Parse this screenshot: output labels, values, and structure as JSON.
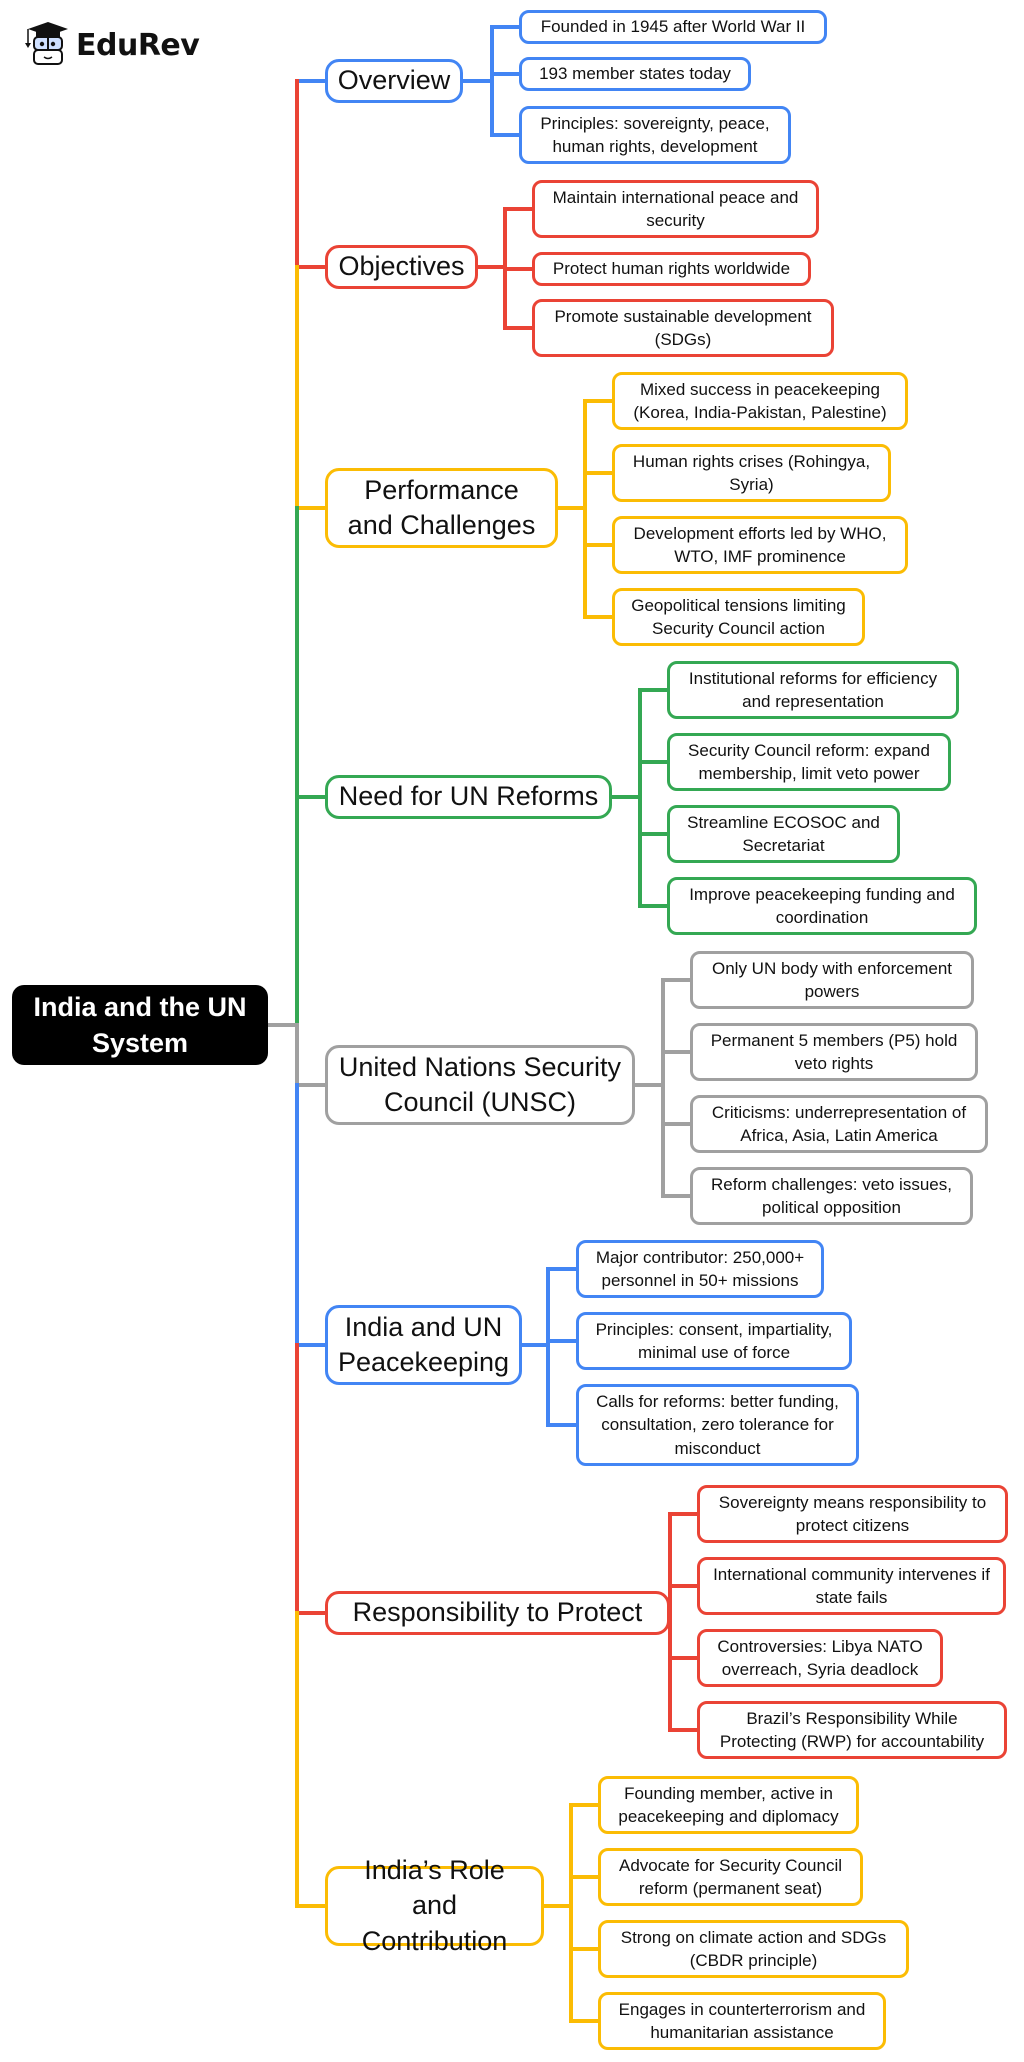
{
  "brand": {
    "name": "EduRev",
    "icon": "graduation-cap-mascot-icon"
  },
  "colors": {
    "blue": "#4285f4",
    "red": "#ea4335",
    "yellow": "#fbbc04",
    "green": "#34a853",
    "gray": "#a0a0a0",
    "root_bg": "#000000"
  },
  "mindmap": {
    "root": {
      "label": "India and the UN System"
    },
    "branches": [
      {
        "label": "Overview",
        "color": "blue",
        "children": [
          "Founded in 1945 after World War II",
          "193 member states today",
          "Principles: sovereignty, peace, human rights, development"
        ]
      },
      {
        "label": "Objectives",
        "color": "red",
        "children": [
          "Maintain international peace and security",
          "Protect human rights worldwide",
          "Promote sustainable development (SDGs)"
        ]
      },
      {
        "label": "Performance and Challenges",
        "color": "yellow",
        "children": [
          "Mixed success in peacekeeping (Korea, India-Pakistan, Palestine)",
          "Human rights crises (Rohingya, Syria)",
          "Development efforts led by WHO, WTO, IMF prominence",
          "Geopolitical tensions limiting Security Council action"
        ]
      },
      {
        "label": "Need for UN Reforms",
        "color": "green",
        "children": [
          "Institutional reforms for efficiency and representation",
          "Security Council reform: expand membership, limit veto power",
          "Streamline ECOSOC and Secretariat",
          "Improve peacekeeping funding and coordination"
        ]
      },
      {
        "label": "United Nations Security Council (UNSC)",
        "color": "gray",
        "children": [
          "Only UN body with enforcement powers",
          "Permanent 5 members (P5) hold veto rights",
          "Criticisms: underrepresentation of Africa, Asia, Latin America",
          "Reform challenges: veto issues, political opposition"
        ]
      },
      {
        "label": "India and UN Peacekeeping",
        "color": "blue",
        "children": [
          "Major contributor: 250,000+ personnel in 50+ missions",
          "Principles: consent, impartiality, minimal use of force",
          "Calls for reforms: better funding, consultation, zero tolerance for misconduct"
        ]
      },
      {
        "label": "Responsibility to Protect",
        "color": "red",
        "children": [
          "Sovereignty means responsibility to protect citizens",
          "International community intervenes if state fails",
          "Controversies: Libya NATO overreach, Syria deadlock",
          "Brazil’s Responsibility While Protecting (RWP) for accountability"
        ]
      },
      {
        "label": "India’s Role and Contribution",
        "color": "yellow",
        "children": [
          "Founding member, active in peacekeeping and diplomacy",
          "Advocate for Security Council reform (permanent seat)",
          "Strong on climate action and SDGs (CBDR principle)",
          "Engages in counterterrorism and humanitarian assistance"
        ]
      }
    ]
  }
}
